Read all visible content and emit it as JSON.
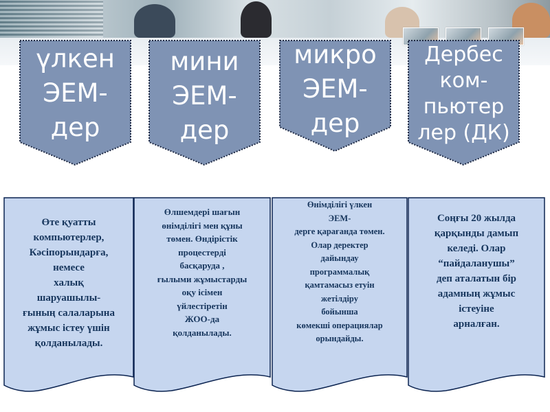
{
  "colors": {
    "arrow_fill": "#7f93b4",
    "arrow_border": "#1f2a44",
    "doc_fill": "#c6d6ef",
    "doc_border": "#0b2350",
    "doc_text": "#17365d"
  },
  "categories": [
    {
      "title_lines": [
        "үлкен",
        "ЭЕМ-",
        "дер"
      ]
    },
    {
      "title_lines": [
        "мини",
        "ЭЕМ-",
        "дер"
      ]
    },
    {
      "title_lines": [
        "микро",
        "ЭЕМ-",
        "дер"
      ]
    },
    {
      "title_lines": [
        "Дербес",
        "ком-",
        "пьютер",
        "лер (ДК)"
      ]
    }
  ],
  "descriptions": [
    {
      "lines": [
        "Өте қуатты",
        "компьютерлер,",
        "Кәсіпорындарға,",
        "немесе",
        "халық",
        "шаруашылы-",
        "ғының салаларына",
        "жұмыс істеу үшін",
        "қолданылады."
      ]
    },
    {
      "lines": [
        "Өлшемдері шағын",
        "өнімділігі мен құны",
        "төмен. Өндірістік",
        "процестерді",
        "басқаруда ,",
        "ғылыми жұмыстарды",
        "оқу ісімен",
        "үйлестіретін",
        "ЖОО-да",
        "қолданылады."
      ]
    },
    {
      "lines": [
        "Өнімділігі үлкен",
        "ЭЕМ-",
        "дерге қарағанда төмен.",
        "Олар деректер",
        "дайындау",
        "программалық",
        "қамтамасыз етуін",
        "жетілдіру",
        "бойынша",
        "көмекші операциялар",
        "орындайды."
      ]
    },
    {
      "lines": [
        "Соңғы 20 жылда",
        "қарқынды дамып",
        "келеді. Олар",
        "“пайдаланушы”",
        "деп аталатын бір",
        "адамның жұмыс",
        "істеуіне",
        "арналған."
      ]
    }
  ]
}
